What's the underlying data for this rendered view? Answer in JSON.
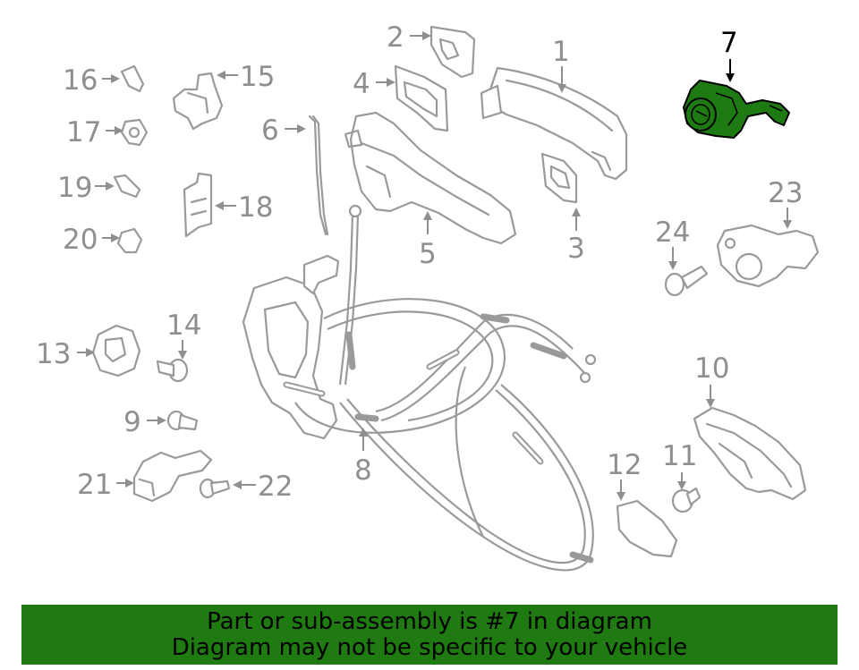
{
  "diagram": {
    "highlight_color": "#1e7a12",
    "line_color": "#9a9a9a",
    "highlighted_part": "7",
    "callouts": {
      "p1": "1",
      "p2": "2",
      "p3": "3",
      "p4": "4",
      "p5": "5",
      "p6": "6",
      "p7": "7",
      "p8": "8",
      "p9": "9",
      "p10": "10",
      "p11": "11",
      "p12": "12",
      "p13": "13",
      "p14": "14",
      "p15": "15",
      "p16": "16",
      "p17": "17",
      "p18": "18",
      "p19": "19",
      "p20": "20",
      "p21": "21",
      "p22": "22",
      "p23": "23",
      "p24": "24"
    }
  },
  "banner": {
    "background": "#1f7a11",
    "line1": "Part or sub-assembly is #7 in diagram",
    "line2": "Diagram may not be specific to your vehicle"
  }
}
